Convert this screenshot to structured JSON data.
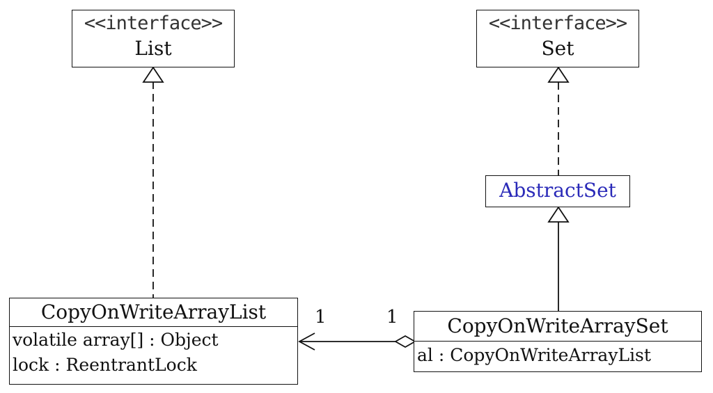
{
  "list_iface": {
    "stereotype": "<<interface>>",
    "name": "List"
  },
  "set_iface": {
    "stereotype": "<<interface>>",
    "name": "Set"
  },
  "abstract_set": {
    "name": "AbstractSet",
    "color": "#2a2ab8"
  },
  "cow_list": {
    "name": "CopyOnWriteArrayList",
    "attributes": [
      "volatile array[] : Object",
      "lock : ReentrantLock"
    ]
  },
  "cow_set": {
    "name": "CopyOnWriteArraySet",
    "attributes": [
      "al : CopyOnWriteArrayList"
    ]
  },
  "association": {
    "source_multiplicity": "1",
    "target_multiplicity": "1"
  }
}
